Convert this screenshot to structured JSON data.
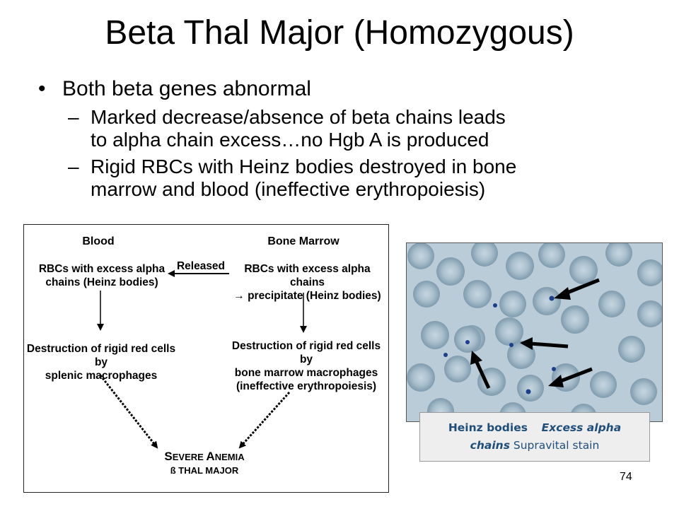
{
  "title": "Beta Thal Major (Homozygous)",
  "bullets": {
    "main": "Both beta genes abnormal",
    "sub1": {
      "line1": "Marked decrease/absence of beta chains leads",
      "line2": "to alpha chain excess…no Hgb A is produced"
    },
    "sub2": {
      "line1": "Rigid RBCs with Heinz bodies destroyed in bone",
      "line2": "marrow and blood (ineffective erythropoiesis)"
    }
  },
  "diagram": {
    "blood_header": "Blood",
    "marrow_header": "Bone Marrow",
    "released": "Released",
    "blood_box": {
      "line1": "RBCs with excess alpha",
      "line2": "chains (Heinz bodies)"
    },
    "marrow_box": {
      "line1": "RBCs with excess alpha chains",
      "line2": "→ precipitate (Heinz bodies)"
    },
    "blood_destruction": {
      "line1": "Destruction of rigid red cells by",
      "line2": "splenic macrophages"
    },
    "marrow_destruction": {
      "line1": "Destruction of rigid red cells by",
      "line2": "bone marrow macrophages",
      "line3": "(ineffective erythropoiesis)"
    },
    "outcome": {
      "line1_cap": "S",
      "line1_rest": "EVERE ",
      "line1_cap2": "A",
      "line1_rest2": "NEMIA",
      "line2": "ß THAL MAJOR"
    }
  },
  "caption": {
    "part1": "Heinz bodies",
    "part2": "Excess alpha",
    "part3": "chains",
    "part4": "Supravital stain"
  },
  "page_number": "74",
  "colors": {
    "caption_text": "#1f4e79",
    "caption_bg": "#eeeeee",
    "photo_bg": "#b7cad6",
    "rbc": "#8fa9b9",
    "heinz": "#1c3f8a"
  }
}
